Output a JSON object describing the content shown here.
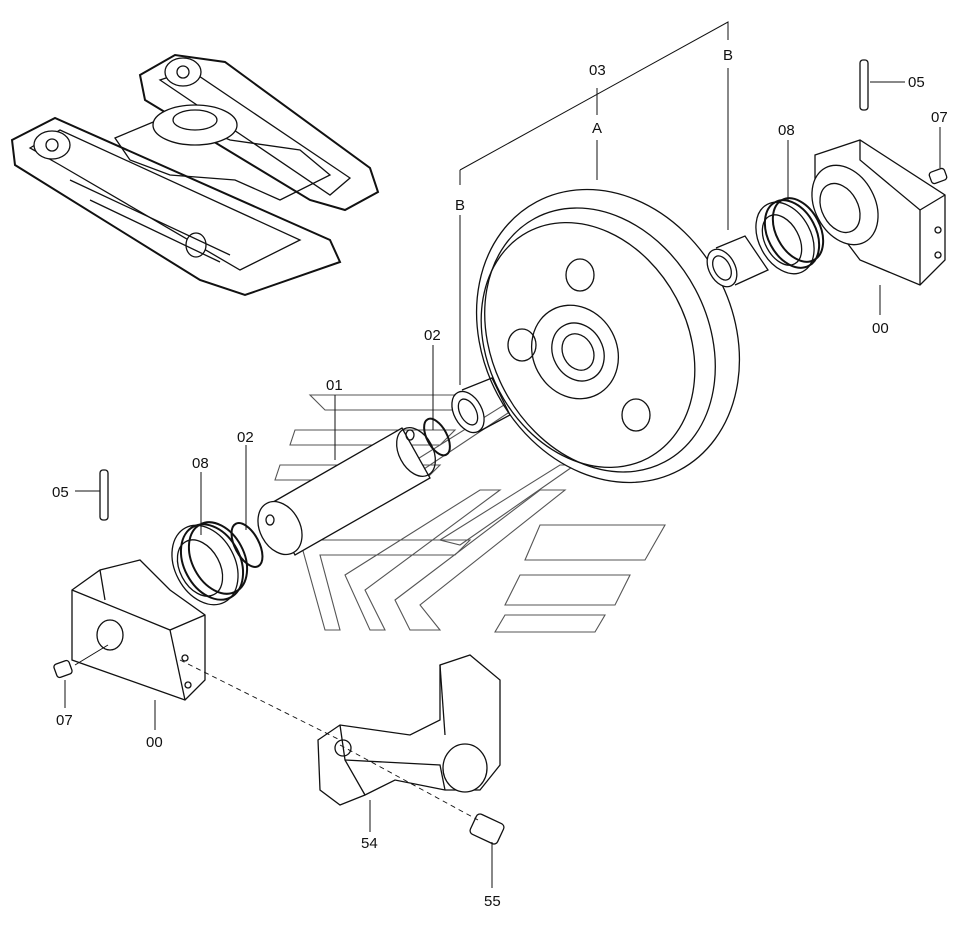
{
  "diagram": {
    "labels": {
      "p01": "01",
      "p02a": "02",
      "p02b": "02",
      "p03": "03",
      "p05a": "05",
      "p05b": "05",
      "p07a": "07",
      "p07b": "07",
      "p08a": "08",
      "p08b": "08",
      "p00a": "00",
      "p00b": "00",
      "p54": "54",
      "p55": "55",
      "refA": "A",
      "refB1": "B",
      "refB2": "B"
    }
  }
}
